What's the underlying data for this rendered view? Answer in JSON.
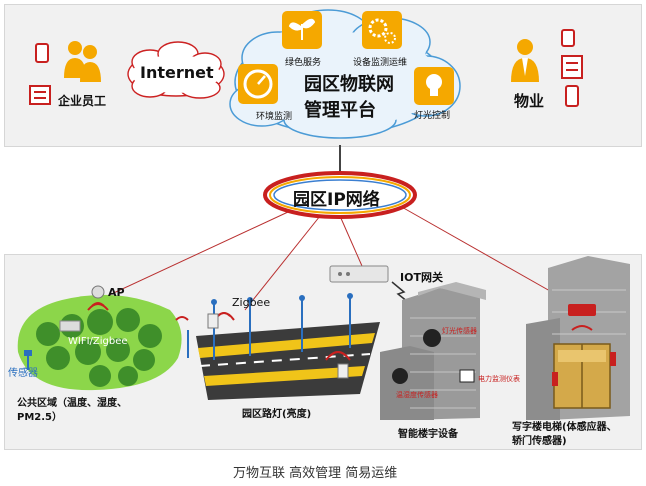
{
  "top": {
    "internet": "Internet",
    "employee": "企业员工",
    "property": "物业",
    "platform_line1": "园区物联网",
    "platform_line2": "管理平台",
    "services": {
      "green": "绿色服务",
      "equipment": "设备监测运维",
      "environment": "环境监测",
      "lighting": "灯光控制"
    }
  },
  "network": {
    "label": "园区IP网络"
  },
  "bottom": {
    "ap": "AP",
    "iot_gateway": "IOT网关",
    "zigbee": "Zigbee",
    "wifi_zigbee": "WIFI/Zigbee",
    "sensor": "传感器",
    "public_area_line1": "公共区域（温度、湿度、",
    "public_area_line2": "PM2.5）",
    "street_light": "园区路灯(亮度)",
    "smart_building": "智能楼宇设备",
    "office_elevator_line1": "写字楼电梯(体感应器、",
    "office_elevator_line2": "轿门传感器)",
    "building_label_1": "灯光传感器",
    "building_label_2": "温湿度传感器",
    "building_label_3": "电力监测仪表"
  },
  "caption": "万物互联 高效管理 简易运维",
  "colors": {
    "panel_bg": "#f1f1f1",
    "panel_border": "#d6d6d6",
    "accent_orange": "#f5a800",
    "device_red": "#c8201f",
    "link_red": "#b93030",
    "cloud_fill": "#eaf3fb",
    "cloud_stroke": "#4b9bd6",
    "tree_green": "#3f8f2a",
    "grass_green": "#8cd64a"
  }
}
